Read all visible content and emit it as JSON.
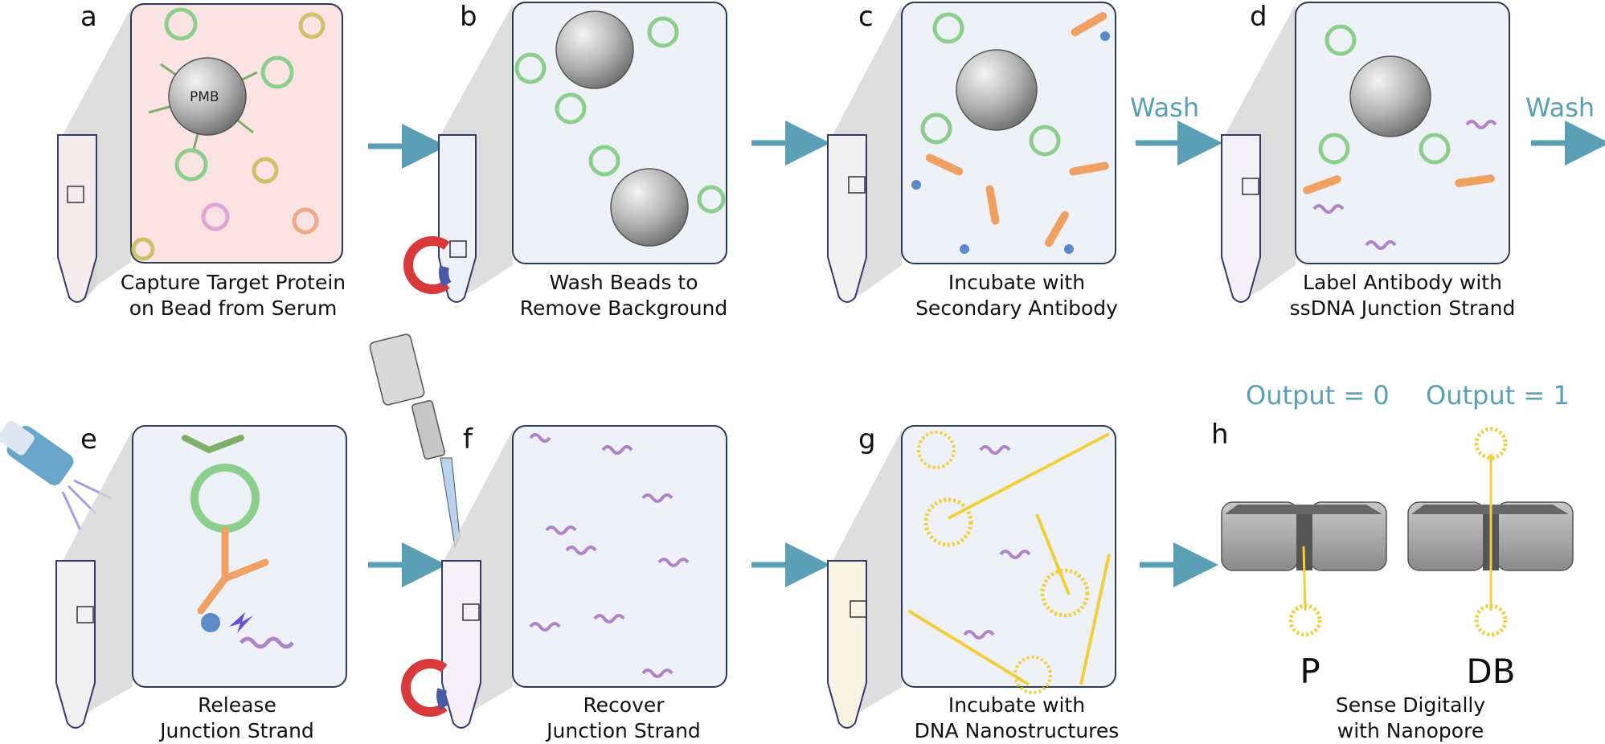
{
  "panels": [
    {
      "letter": "a",
      "caption": [
        "Capture Target Protein",
        "on Bead from Serum"
      ],
      "bead_label": "PMB"
    },
    {
      "letter": "b",
      "caption": [
        "Wash Beads to",
        "Remove Background"
      ]
    },
    {
      "letter": "c",
      "caption": [
        "Incubate with",
        "Secondary Antibody"
      ]
    },
    {
      "letter": "d",
      "caption": [
        "Label Antibody with",
        "ssDNA Junction Strand"
      ]
    },
    {
      "letter": "e",
      "caption": [
        "Release",
        "Junction Strand"
      ]
    },
    {
      "letter": "f",
      "caption": [
        "Recover",
        "Junction Strand"
      ]
    },
    {
      "letter": "g",
      "caption": [
        "Incubate with",
        "DNA Nanostructures"
      ]
    },
    {
      "letter": "h",
      "caption": [
        "Sense Digitally",
        "with Nanopore"
      ]
    }
  ],
  "wash_label": "Wash",
  "outputs": {
    "zero": "Output = 0",
    "one": "Output = 1"
  },
  "pore_labels": {
    "p": "P",
    "db": "DB"
  },
  "colors": {
    "arrow": "#5a9fb5",
    "serum_bg": "#fbe3e3",
    "buffer_bg": "#eef2f8",
    "protein": "#8ccf8c",
    "antibody_green": "#7fb069",
    "antibody_orange": "#f0a060",
    "dna": "#b083c9",
    "nanostructure": "#f2cf3a",
    "bead": "#a8a8a8",
    "magnet_red": "#d83a3a",
    "magnet_blue": "#4a5aa8"
  }
}
